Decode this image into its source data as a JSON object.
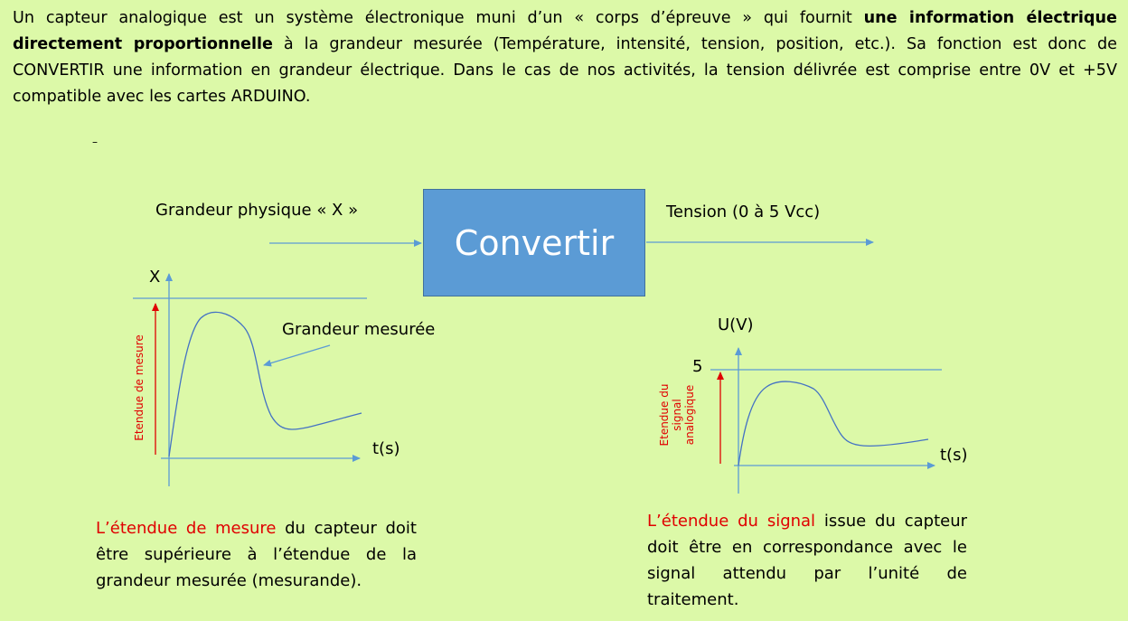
{
  "intro": {
    "part1": "Un capteur analogique est un système électronique muni d’un « corps d’épreuve » qui fournit ",
    "bold": "une information électrique directement proportionnelle",
    "part2": " à la grandeur mesurée (Température, intensité, tension, position, etc.). Sa fonction est donc de CONVERTIR une information en grandeur électrique. Dans le cas de nos activités, la tension délivrée est comprise entre 0V et +5V compatible avec les cartes ARDUINO."
  },
  "dash": "–",
  "block": {
    "input_label": "Grandeur physique « X »",
    "box_label": "Convertir",
    "output_label": "Tension (0 à 5 Vcc)"
  },
  "left_graph": {
    "y_axis": "X",
    "x_axis": "t(s)",
    "curve_label": "Grandeur mesurée",
    "range_label": "Etendue de mesure"
  },
  "right_graph": {
    "y_axis": "U(V)",
    "tick_5": "5",
    "x_axis": "t(s)",
    "range_label_1": "Etendue du",
    "range_label_2": "signal",
    "range_label_3": "analogique"
  },
  "left_text": {
    "red": "L’étendue de mesure",
    "rest": " du capteur doit être supérieure à l’étendue de la grandeur mesurée (mesurande)."
  },
  "right_text": {
    "red": "L’étendue du signal",
    "rest": " issue du capteur doit être en correspondance avec le signal attendu par l’unité de traitement."
  },
  "colors": {
    "background": "#dcf9a8",
    "box": "#5b9bd5",
    "lines": "#5b9bd5",
    "range_arrow": "#e00000"
  }
}
